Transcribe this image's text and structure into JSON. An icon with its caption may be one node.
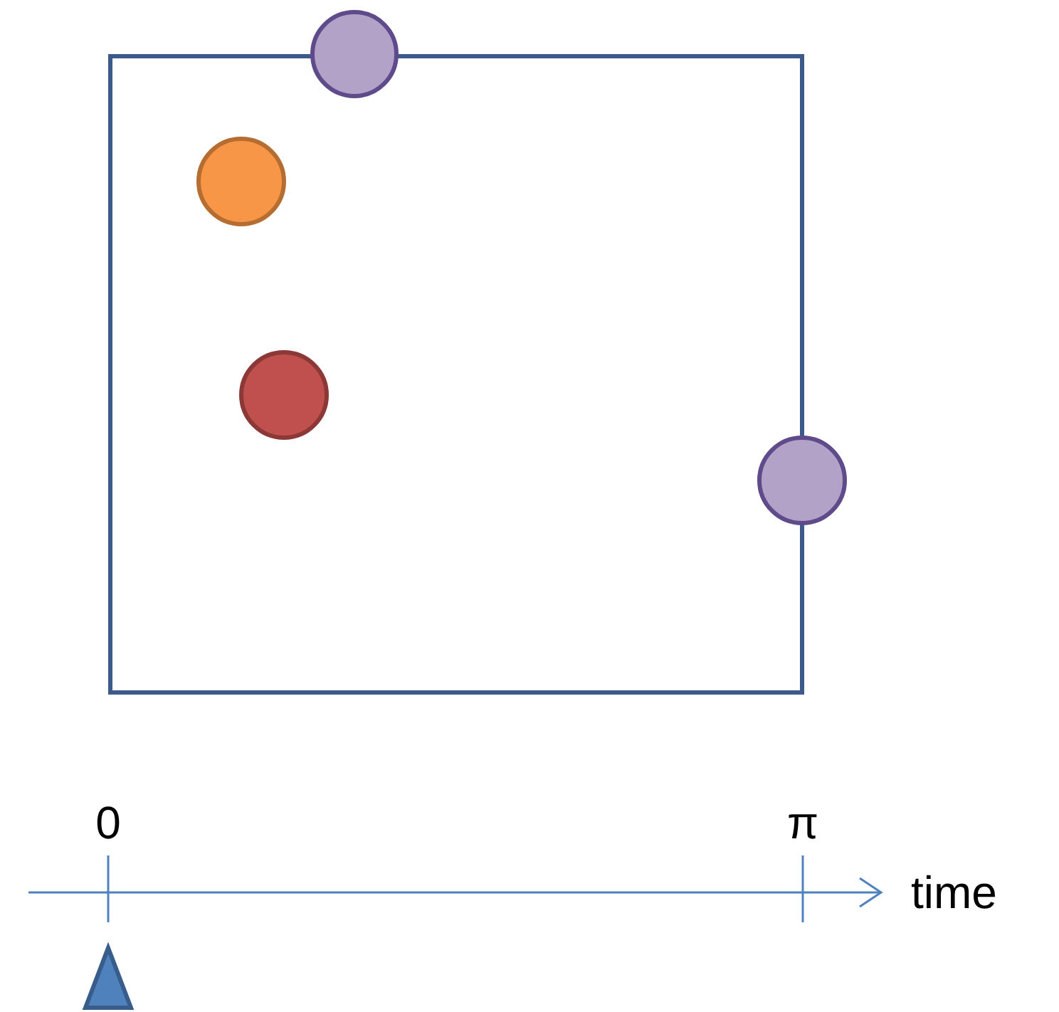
{
  "diagram": {
    "nodes": [
      {
        "text": [],
        "shape": "box"
      },
      {
        "text": [],
        "shape": "circle"
      },
      {
        "text": [],
        "shape": "circle",
        "in": 0
      },
      {
        "text": [],
        "shape": "circle",
        "in": 0
      },
      {
        "text": [],
        "shape": "circle"
      }
    ],
    "labels": [
      "0",
      "π",
      "time"
    ]
  }
}
